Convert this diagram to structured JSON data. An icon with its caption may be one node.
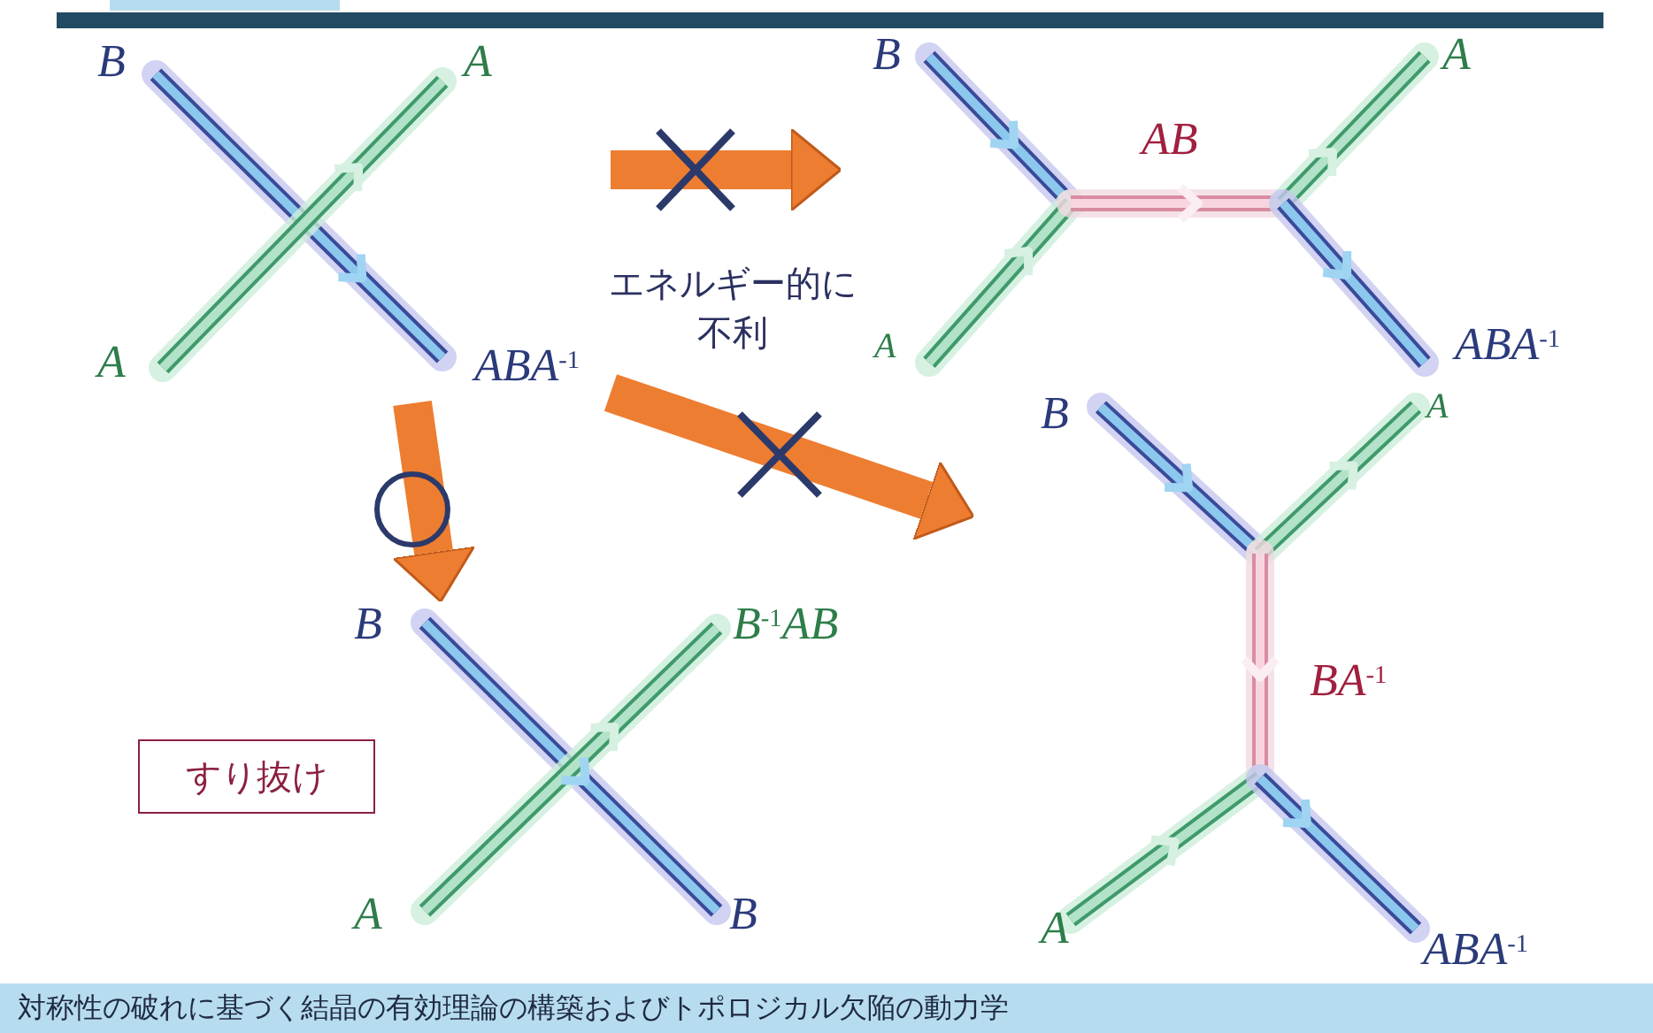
{
  "diagram": {
    "caption": "対称性の破れに基づく結晶の有効理論の構築およびトポロジカル欠陥の動力学",
    "nodes": [
      {
        "text": [
          "B",
          "A",
          "A",
          "ABA$^{-1}$"
        ]
      },
      {
        "text": [
          "B",
          "A",
          "AB",
          "A",
          "ABA$^{-1}$"
        ]
      },
      {
        "text": [
          "B",
          "B$^{-1}$AB",
          "A",
          "B"
        ]
      },
      {
        "text": [
          "B",
          "A",
          "BA$^{-1}$",
          "A",
          "ABA$^{-1}$"
        ]
      },
      {
        "text": [
          "すり抜け"
        ]
      }
    ],
    "edges": [
      {
        "from": 0,
        "to": 1,
        "arrow": "to"
      },
      {
        "from": 0,
        "to": 3,
        "arrow": "to"
      },
      {
        "from": 0,
        "to": 2,
        "arrow": "to"
      }
    ],
    "labels": [
      "エネルギー的に不利"
    ]
  }
}
